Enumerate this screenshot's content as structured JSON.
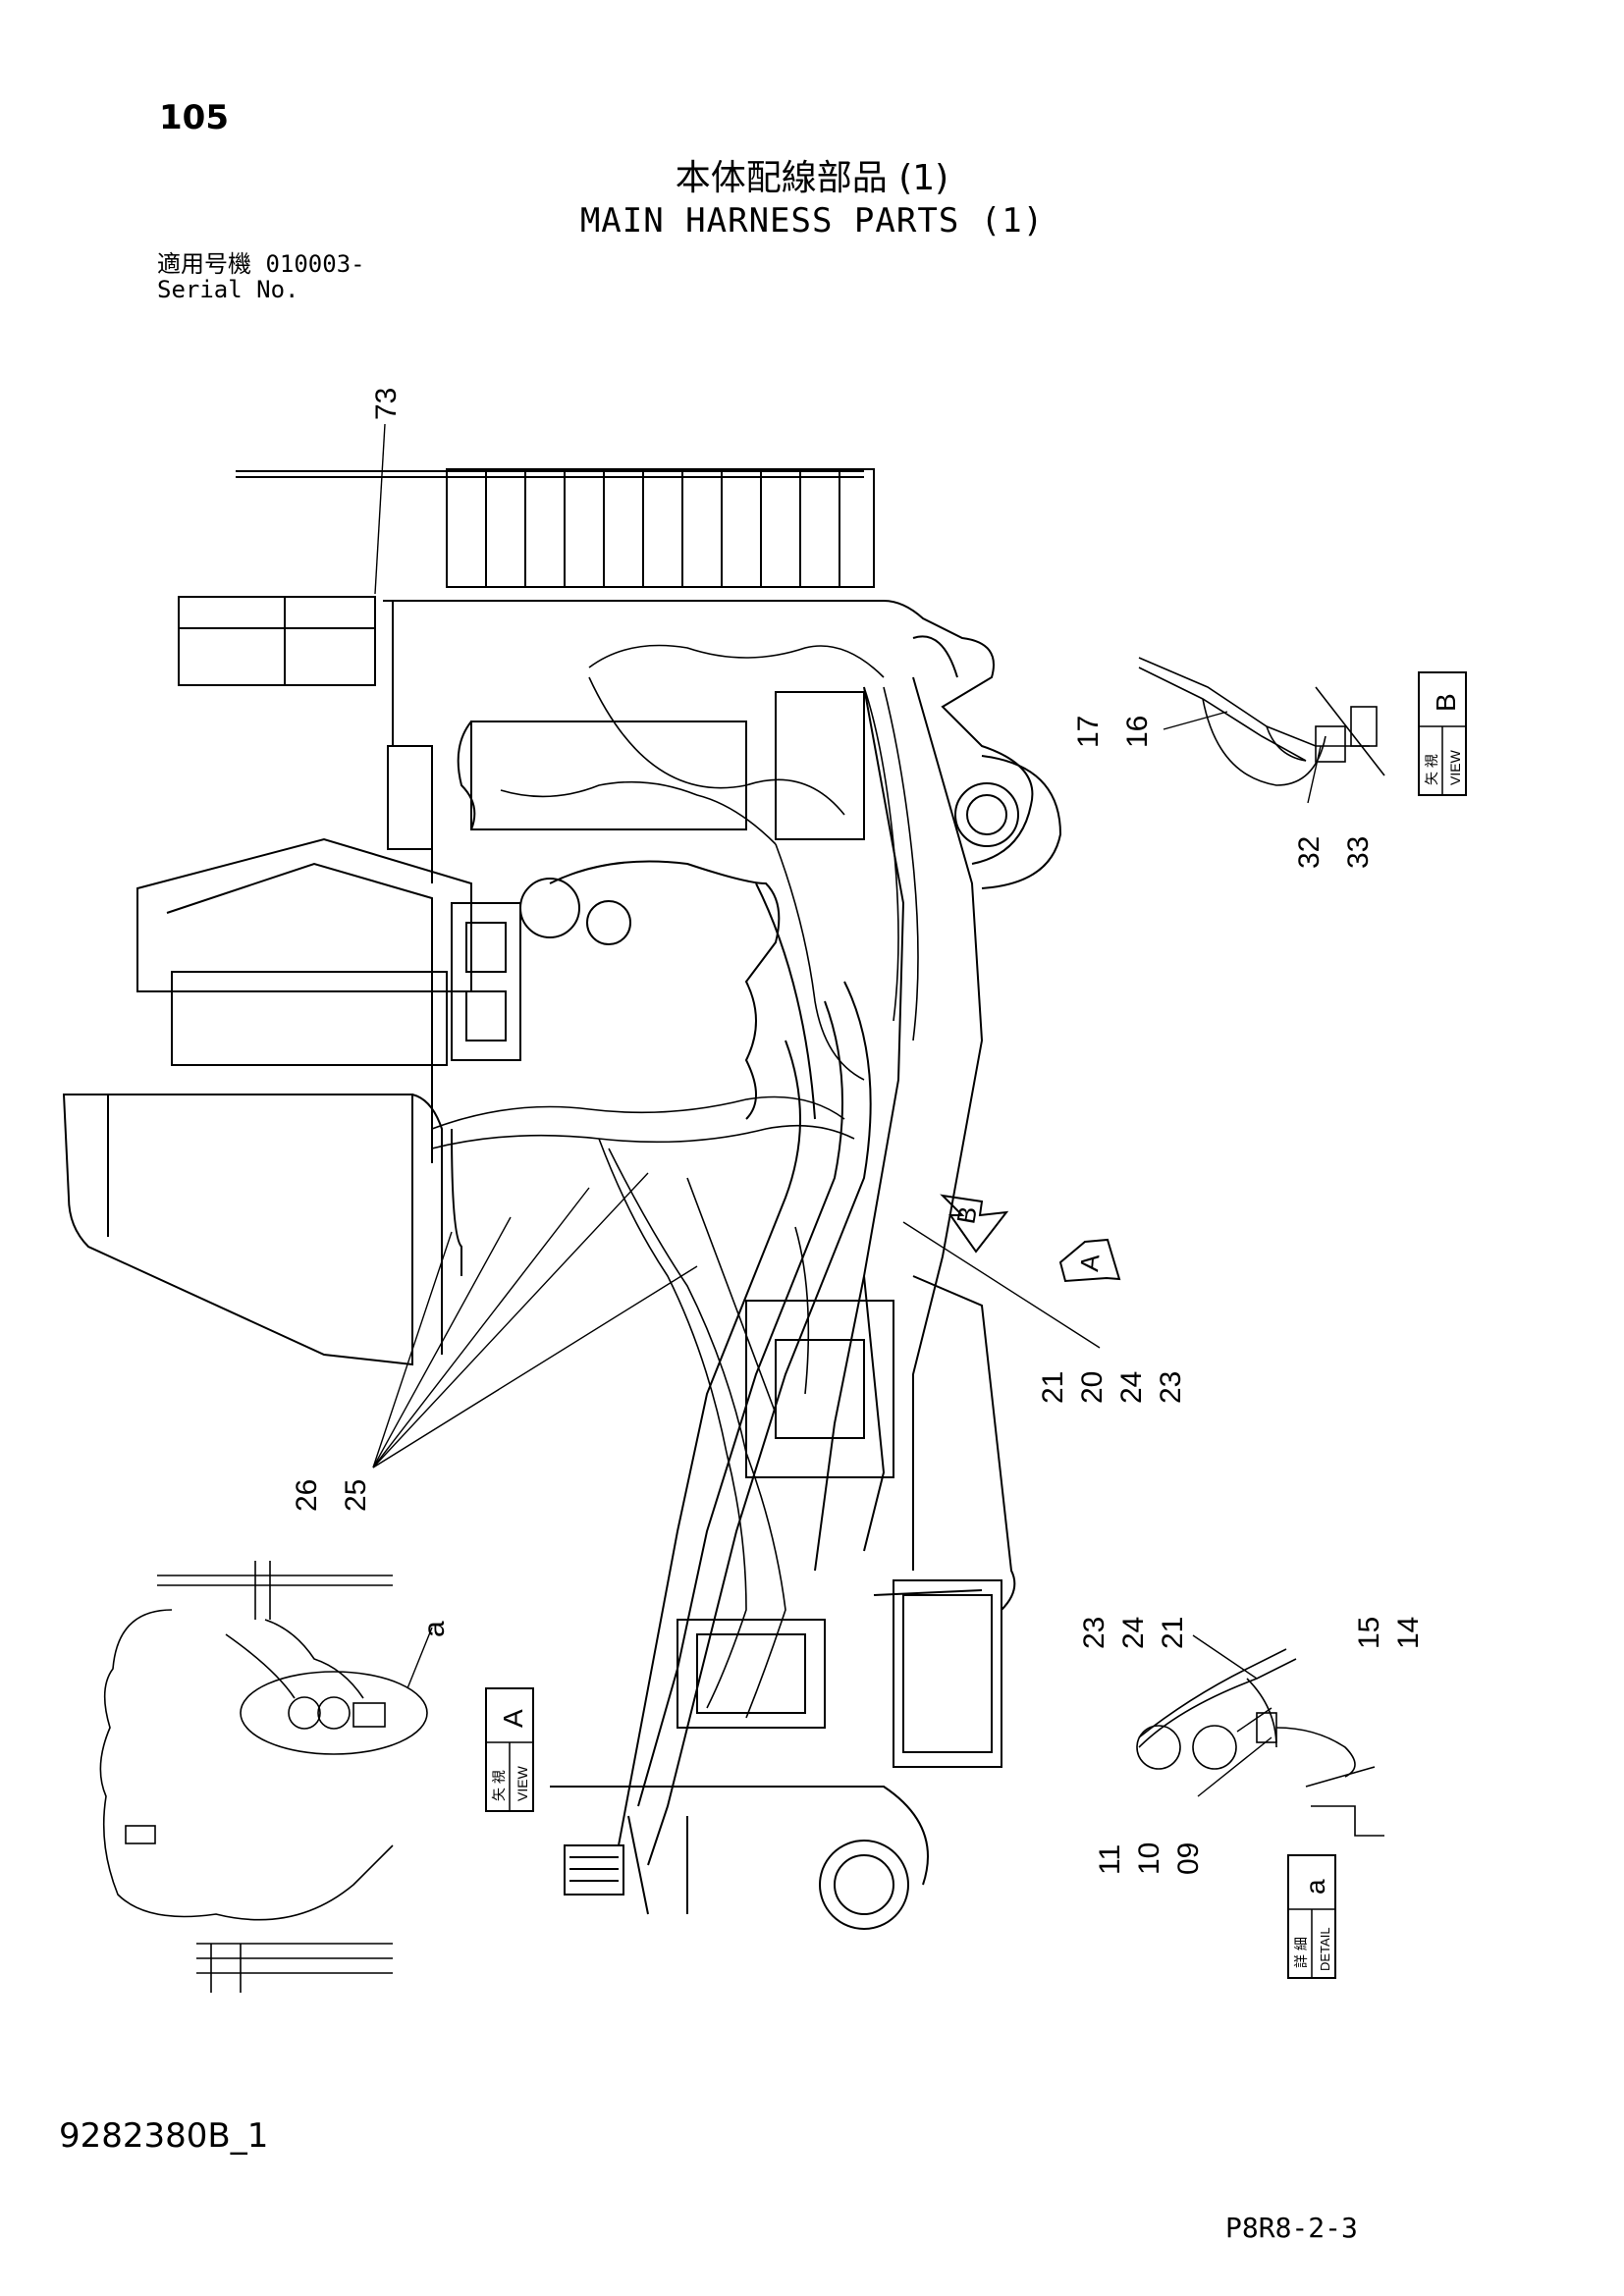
{
  "header": {
    "page_number": "105",
    "title_jp": "本体配線部品 (1)",
    "title_en": "MAIN HARNESS PARTS (1)",
    "serial_label_jp": "適用号機  010003-",
    "serial_label_en": "Serial No."
  },
  "callouts": {
    "c73": "73",
    "c17_16": [
      "17",
      "16"
    ],
    "c32_33": [
      "32",
      "33"
    ],
    "c21_20_24_23": [
      "21",
      "20",
      "24",
      "23"
    ],
    "c26_25": [
      "26",
      "25"
    ],
    "c23_24_21": [
      "23",
      "24",
      "21"
    ],
    "c15_14": [
      "15",
      "14"
    ],
    "c11_10_09": [
      "11",
      "10",
      "09"
    ],
    "detail_letter": "a"
  },
  "view_boxes": {
    "view_b": {
      "jp": "矢 視",
      "en": "VIEW",
      "letter": "B"
    },
    "view_a": {
      "jp": "矢 視",
      "en": "VIEW",
      "letter": "A"
    },
    "detail_a": {
      "jp": "詳 細",
      "en": "DETAIL",
      "letter": "a"
    }
  },
  "arrows": {
    "arrow_b": "B",
    "arrow_a": "A"
  },
  "footer": {
    "drawing_number": "9282380B_1",
    "sheet_code": "P8R8-2-3"
  }
}
